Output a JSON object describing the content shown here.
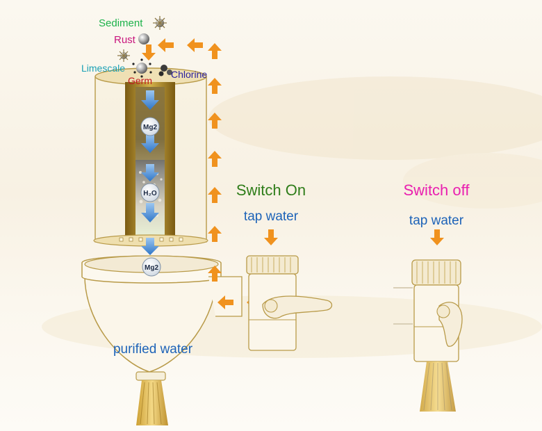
{
  "contaminants": {
    "sediment": "Sediment",
    "rust": "Rust",
    "limescale": "Limescale",
    "germ": "Germ",
    "chlorine": "Chlorine"
  },
  "cartridge": {
    "mg_top": "Mg2",
    "h2o": "H₂O",
    "mg_bowl": "Mg2"
  },
  "output_label": "purified water",
  "switch_on": {
    "title": "Switch On",
    "subtitle": "tap water"
  },
  "switch_off": {
    "title": "Switch off",
    "subtitle": "tap water"
  },
  "colors": {
    "sediment": "#1db24a",
    "rust": "#c8157e",
    "limescale": "#1aa0b5",
    "germ": "#c0161c",
    "chlorine": "#2a1f9e",
    "switch_on": "#2f7d1a",
    "switch_off": "#e91fb0",
    "tap_water": "#1d63b8",
    "flow_arrow": "#f0921e",
    "filter_arrow": "#4a8fd8"
  }
}
